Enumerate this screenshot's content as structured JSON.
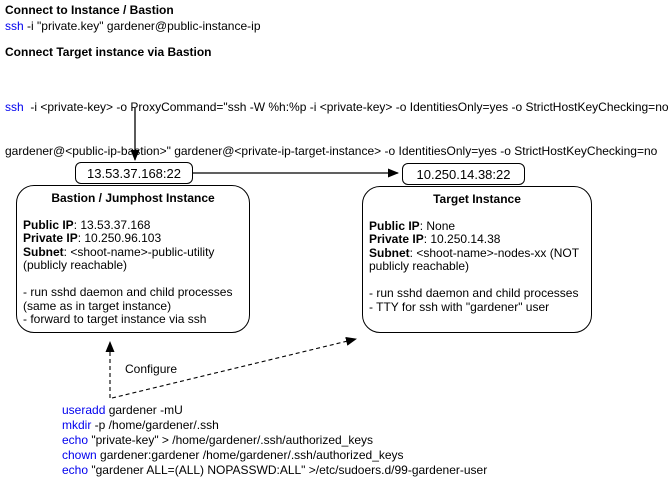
{
  "colors": {
    "command_blue": "#0000EE",
    "text": "#000000",
    "border": "#000000",
    "background": "#FFFFFF"
  },
  "header": {
    "section1_title": "Connect to Instance / Bastion",
    "cmd1": {
      "keyword": "ssh",
      "rest": " -i \"private.key\" gardener@public-instance-ip"
    },
    "section2_title": "Connect Target instance via Bastion",
    "cmd2": {
      "keyword": "ssh",
      "line1_rest": "  -i <private-key> -o ProxyCommand=\"ssh -W %h:%p -i <private-key> -o IdentitiesOnly=yes -o StrictHostKeyChecking=no",
      "line2": "gardener@<public-ip-bastion>\" gardener@<private-ip-target-instance> -o IdentitiesOnly=yes -o StrictHostKeyChecking=no"
    }
  },
  "bastion": {
    "endpoint": "13.53.37.168:22",
    "title": "Bastion / Jumphost Instance",
    "fields": [
      {
        "label": "Public IP",
        "value": ": 13.53.37.168"
      },
      {
        "label": "Private IP",
        "value": ": 10.250.96.103"
      },
      {
        "label": "Subnet",
        "value": ": <shoot-name>-public-utility"
      }
    ],
    "field_suffix": "(publicly reachable)",
    "notes": [
      "- run sshd daemon and child processes",
      "(same as in target instance)",
      "- forward to target instance via ssh"
    ]
  },
  "target": {
    "endpoint": "10.250.14.38:22",
    "title": "Target Instance",
    "fields": [
      {
        "label": "Public IP",
        "value": ": None"
      },
      {
        "label": "Private IP",
        "value": ": 10.250.14.38"
      },
      {
        "label": "Subnet",
        "value": ": <shoot-name>-nodes-xx (NOT"
      }
    ],
    "field_suffix": "publicly reachable)",
    "notes": [
      "- run sshd daemon and child processes",
      "- TTY for ssh with \"gardener\" user"
    ]
  },
  "configure": {
    "label": "Configure",
    "commands": [
      {
        "keyword": "useradd",
        "rest": " gardener -mU"
      },
      {
        "keyword": "mkdir",
        "rest": " -p /home/gardener/.ssh"
      },
      {
        "keyword": "echo",
        "rest": " \"private-key\" > /home/gardener/.ssh/authorized_keys"
      },
      {
        "keyword": "chown",
        "rest": " gardener:gardener /home/gardener/.ssh/authorized_keys"
      },
      {
        "keyword": "echo",
        "rest": " \"gardener ALL=(ALL) NOPASSWD:ALL\" >/etc/sudoers.d/99-gardener-user"
      }
    ]
  }
}
